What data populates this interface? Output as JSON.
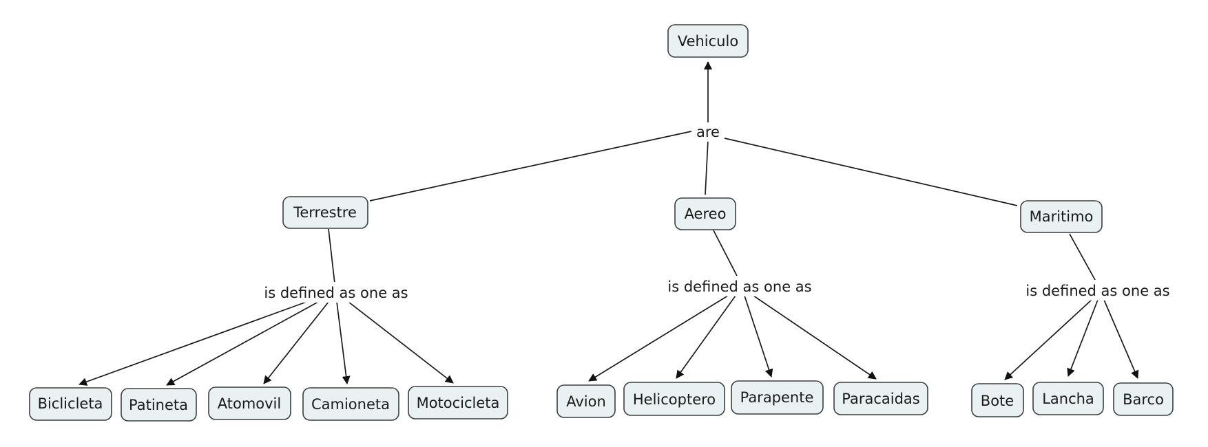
{
  "diagram": {
    "root": {
      "label": "Vehiculo"
    },
    "root_link": {
      "label": "are"
    },
    "categories": [
      {
        "label": "Terrestre",
        "link": "is defined as one as",
        "children": [
          "Biclicleta",
          "Patineta",
          "Atomovil",
          "Camioneta",
          "Motocicleta"
        ]
      },
      {
        "label": "Aereo",
        "link": "is defined as one as",
        "children": [
          "Avion",
          "Helicoptero",
          "Parapente",
          "Paracaidas"
        ]
      },
      {
        "label": "Maritimo",
        "link": "is defined as one as",
        "children": [
          "Bote",
          "Lancha",
          "Barco"
        ]
      }
    ]
  }
}
